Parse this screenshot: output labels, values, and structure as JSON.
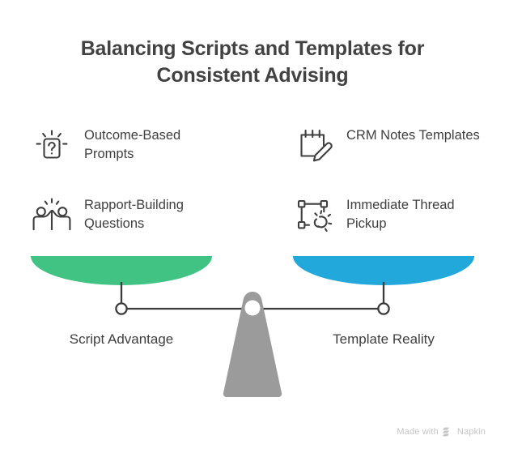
{
  "page": {
    "title": "Balancing Scripts and Templates for Consistent Advising",
    "background_color": "#ffffff",
    "text_color": "#3f3f3f"
  },
  "features": [
    {
      "label": "Outcome-Based Prompts",
      "icon": "question-card-icon",
      "side": "left"
    },
    {
      "label": "Rapport-Building Questions",
      "icon": "people-high-five-icon",
      "side": "left"
    },
    {
      "label": "CRM Notes Templates",
      "icon": "notepad-pencil-icon",
      "side": "right"
    },
    {
      "label": "Immediate Thread Pickup",
      "icon": "selection-cursor-icon",
      "side": "right"
    }
  ],
  "scale": {
    "left_pan": {
      "label": "Script Advantage",
      "color": "#41c383"
    },
    "right_pan": {
      "label": "Template Reality",
      "color": "#22a8db"
    },
    "fulcrum_color": "#9b9b9b",
    "beam_color": "#3c3c3c",
    "pivot_color": "#ffffff"
  },
  "watermark": {
    "text_before": "Made with",
    "brand": "Napkin",
    "logo": "napkin-chevrons-icon",
    "color": "#c6c6c6"
  }
}
